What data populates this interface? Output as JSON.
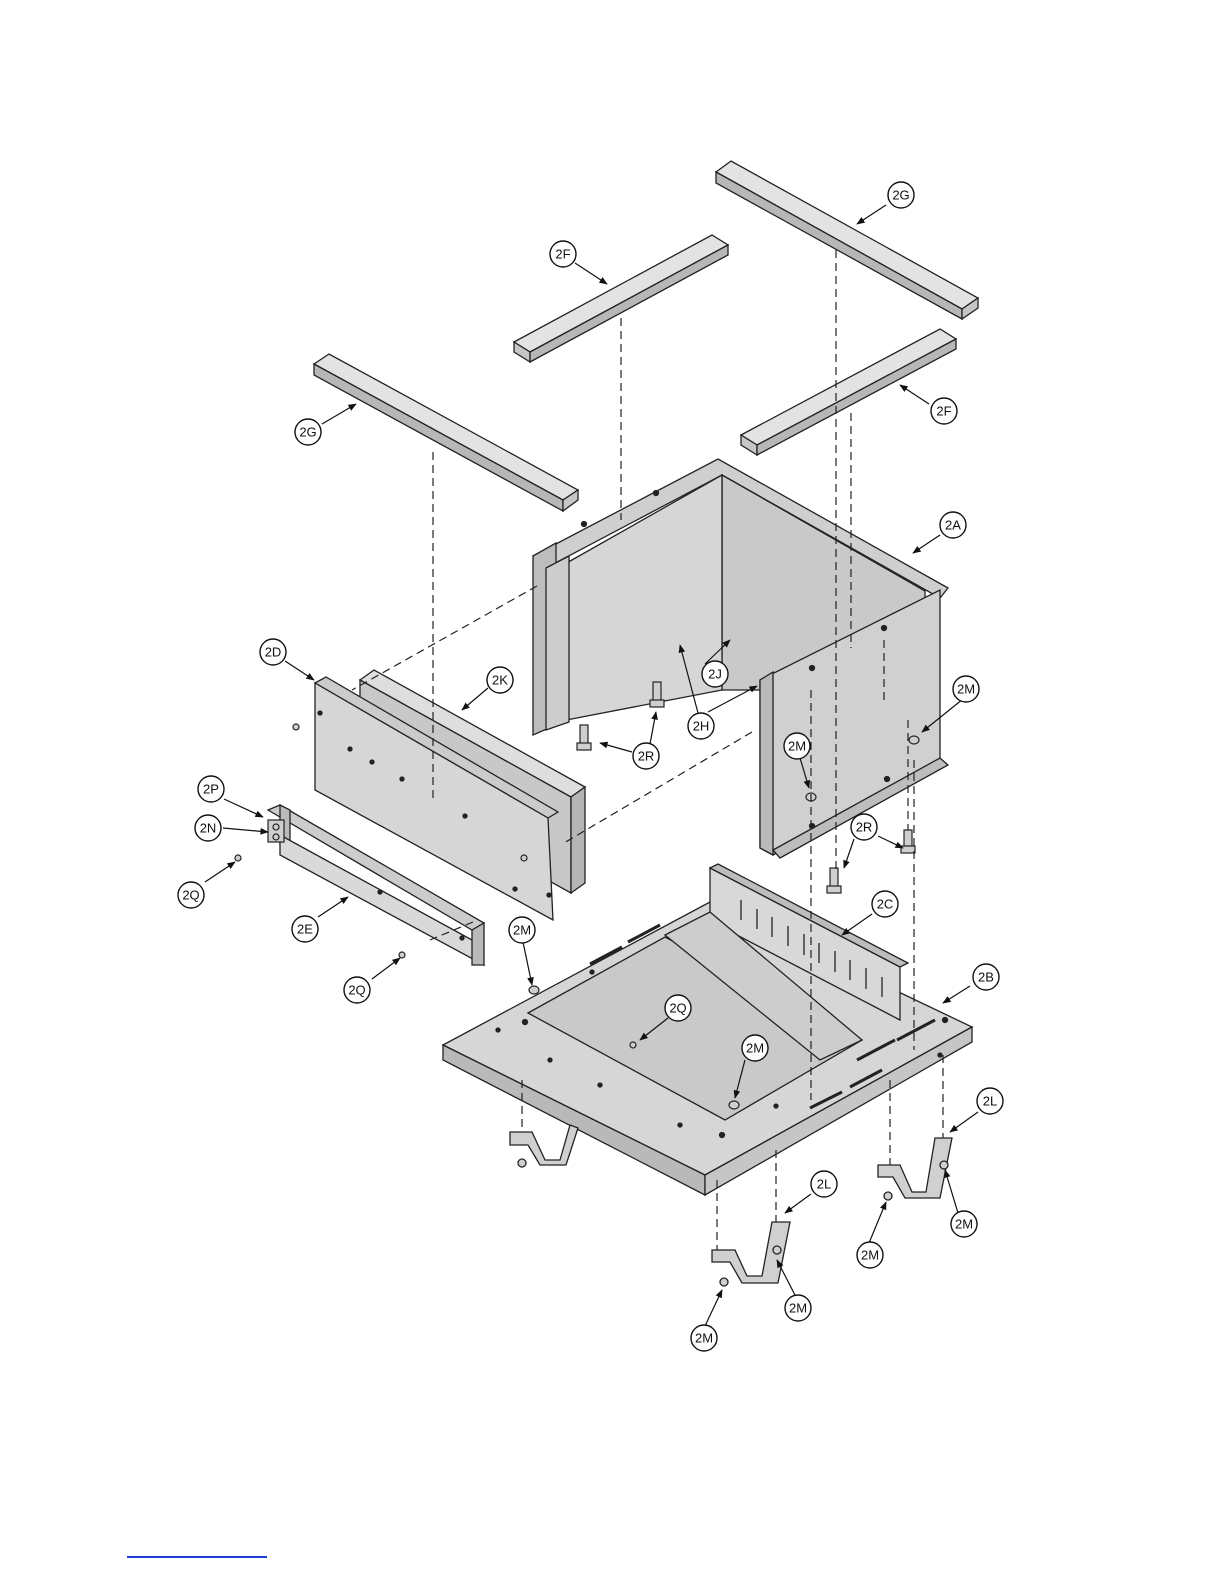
{
  "callouts": [
    {
      "id": "2G",
      "label": "2G"
    },
    {
      "id": "2F",
      "label": "2F"
    },
    {
      "id": "2F",
      "label": "2F"
    },
    {
      "id": "2G",
      "label": "2G"
    },
    {
      "id": "2A",
      "label": "2A"
    },
    {
      "id": "2D",
      "label": "2D"
    },
    {
      "id": "2K",
      "label": "2K"
    },
    {
      "id": "2J",
      "label": "2J"
    },
    {
      "id": "2H",
      "label": "2H"
    },
    {
      "id": "2R",
      "label": "2R"
    },
    {
      "id": "2M",
      "label": "2M"
    },
    {
      "id": "2M",
      "label": "2M"
    },
    {
      "id": "2P",
      "label": "2P"
    },
    {
      "id": "2N",
      "label": "2N"
    },
    {
      "id": "2Q",
      "label": "2Q"
    },
    {
      "id": "2E",
      "label": "2E"
    },
    {
      "id": "2R",
      "label": "2R"
    },
    {
      "id": "2C",
      "label": "2C"
    },
    {
      "id": "2M",
      "label": "2M"
    },
    {
      "id": "2B",
      "label": "2B"
    },
    {
      "id": "2Q",
      "label": "2Q"
    },
    {
      "id": "2Q",
      "label": "2Q"
    },
    {
      "id": "2M",
      "label": "2M"
    },
    {
      "id": "2L",
      "label": "2L"
    },
    {
      "id": "2L",
      "label": "2L"
    },
    {
      "id": "2M",
      "label": "2M"
    },
    {
      "id": "2M",
      "label": "2M"
    },
    {
      "id": "2M",
      "label": "2M"
    },
    {
      "id": "2M",
      "label": "2M"
    }
  ],
  "colors": {
    "part_fill": "#d3d3d3",
    "part_fill_dark": "#b9b9b9",
    "part_fill_light": "#e6e6e6",
    "outline": "#222222",
    "footer_rule": "#1a3fd6"
  }
}
